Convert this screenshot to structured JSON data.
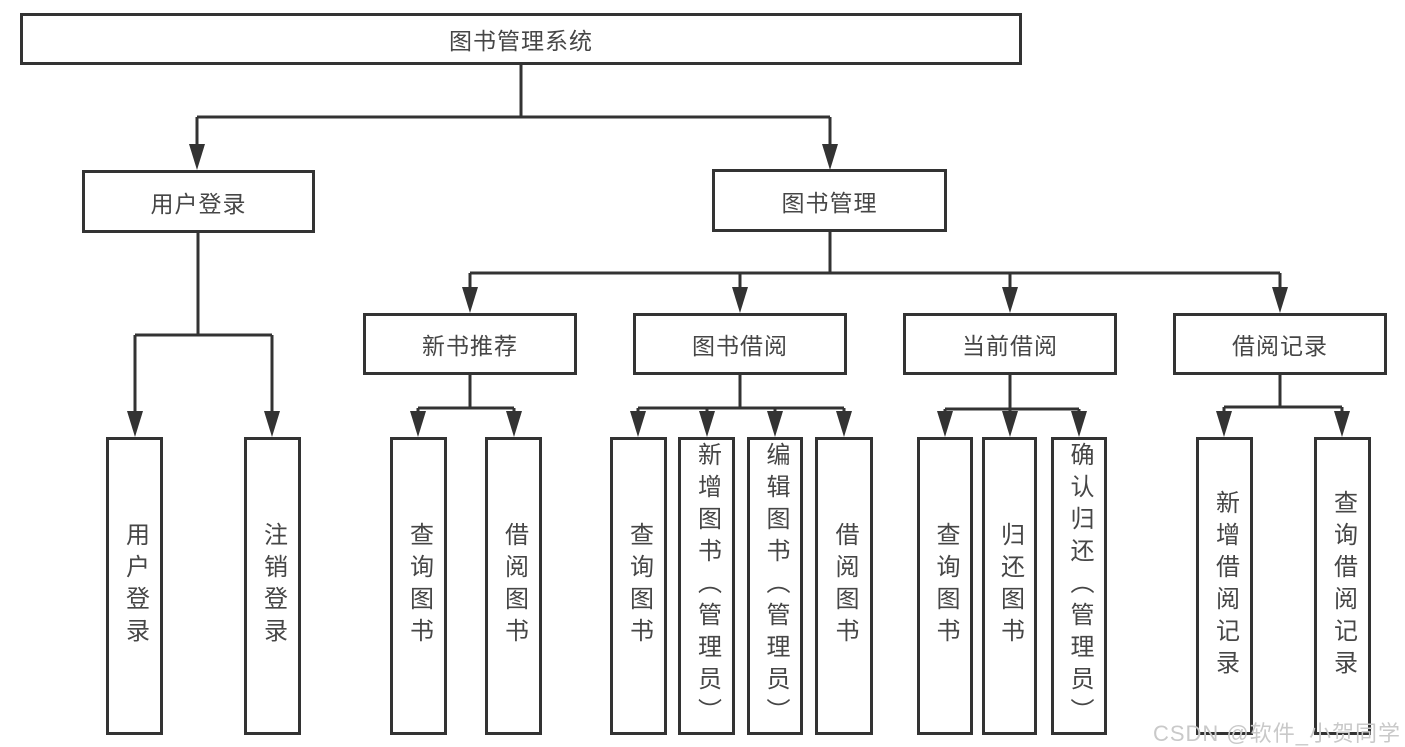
{
  "root": {
    "label": "图书管理系统"
  },
  "branches": [
    {
      "label": "用户登录"
    },
    {
      "label": "图书管理"
    }
  ],
  "modules": [
    {
      "label": "新书推荐",
      "parent": "图书管理"
    },
    {
      "label": "图书借阅",
      "parent": "图书管理"
    },
    {
      "label": "当前借阅",
      "parent": "图书管理"
    },
    {
      "label": "借阅记录",
      "parent": "图书管理"
    }
  ],
  "leaves": [
    {
      "label": "用户登录",
      "parent": "用户登录"
    },
    {
      "label": "注销登录",
      "parent": "用户登录"
    },
    {
      "label": "查询图书",
      "parent": "新书推荐"
    },
    {
      "label": "借阅图书",
      "parent": "新书推荐"
    },
    {
      "label": "查询图书",
      "parent": "图书借阅"
    },
    {
      "label": "新增图书（管理员）",
      "parent": "图书借阅"
    },
    {
      "label": "编辑图书（管理员）",
      "parent": "图书借阅"
    },
    {
      "label": "借阅图书",
      "parent": "图书借阅"
    },
    {
      "label": "查询图书",
      "parent": "当前借阅"
    },
    {
      "label": "归还图书",
      "parent": "当前借阅"
    },
    {
      "label": "确认归还（管理员）",
      "parent": "当前借阅"
    },
    {
      "label": "新增借阅记录",
      "parent": "借阅记录"
    },
    {
      "label": "查询借阅记录",
      "parent": "借阅记录"
    }
  ],
  "watermark": {
    "text": "CSDN @软件_小贺同学"
  },
  "colors": {
    "line": "#333333",
    "text": "#464646",
    "watermark": "#c9c9c9",
    "background": "#ffffff"
  }
}
